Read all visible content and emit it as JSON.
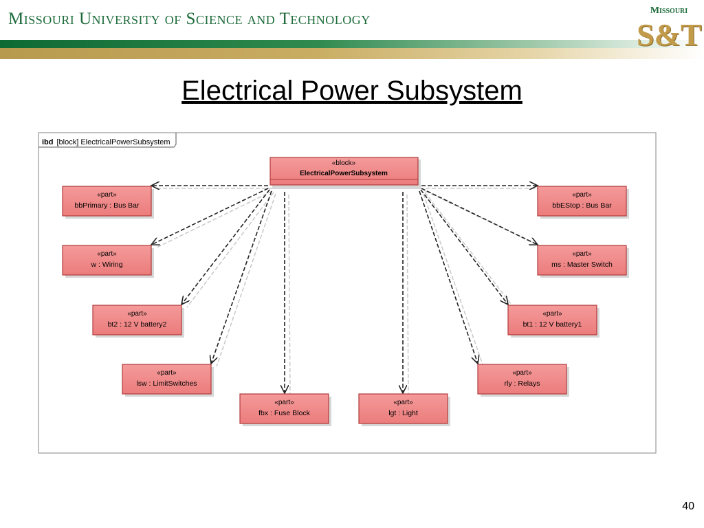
{
  "header": {
    "university_name": "Missouri University of Science and Technology",
    "logo_top": "Missouri",
    "logo_mark": "S&T",
    "colors": {
      "green": "#1d6b3a",
      "gold": "#c29b4a"
    }
  },
  "slide": {
    "title": "Electrical Power Subsystem",
    "page_number": "40"
  },
  "diagram": {
    "frame_label_kind": "ibd",
    "frame_label_text": "[block] ElectricalPowerSubsystem",
    "block": {
      "stereotype": "«block»",
      "name": "ElectricalPowerSubsystem"
    },
    "parts": [
      {
        "id": "bbPrimary",
        "stereotype": "«part»",
        "name": "bbPrimary : Bus Bar"
      },
      {
        "id": "w",
        "stereotype": "«part»",
        "name": "w : Wiring"
      },
      {
        "id": "bt2",
        "stereotype": "«part»",
        "name": "bt2 : 12 V battery2"
      },
      {
        "id": "lsw",
        "stereotype": "«part»",
        "name": "lsw : LimitSwitches"
      },
      {
        "id": "fbx",
        "stereotype": "«part»",
        "name": "fbx : Fuse Block"
      },
      {
        "id": "lgt",
        "stereotype": "«part»",
        "name": "lgt : Light"
      },
      {
        "id": "rly",
        "stereotype": "«part»",
        "name": "rly : Relays"
      },
      {
        "id": "bt1",
        "stereotype": "«part»",
        "name": "bt1 : 12 V battery1"
      },
      {
        "id": "ms",
        "stereotype": "«part»",
        "name": "ms : Master Switch"
      },
      {
        "id": "bbEStop",
        "stereotype": "«part»",
        "name": "bbEStop : Bus Bar"
      }
    ],
    "colors": {
      "box_fill": "#ef8484",
      "box_border": "#b03a3a",
      "arrow": "#222222"
    }
  }
}
